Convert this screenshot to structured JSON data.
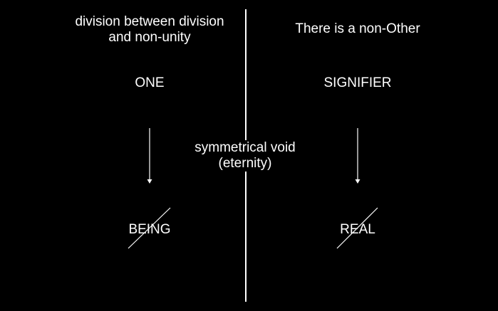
{
  "left": {
    "top_line1": "division between division",
    "top_line2": "and non-unity",
    "upper_term": "ONE",
    "lower_term": "BEING"
  },
  "right": {
    "top_line": "There is a non-Other",
    "upper_term": "SIGNIFIER",
    "lower_term": "REAL"
  },
  "center": {
    "line1": "symmetrical void",
    "line2": "(eternity)"
  },
  "colors": {
    "background": "#000000",
    "foreground": "#ffffff"
  }
}
